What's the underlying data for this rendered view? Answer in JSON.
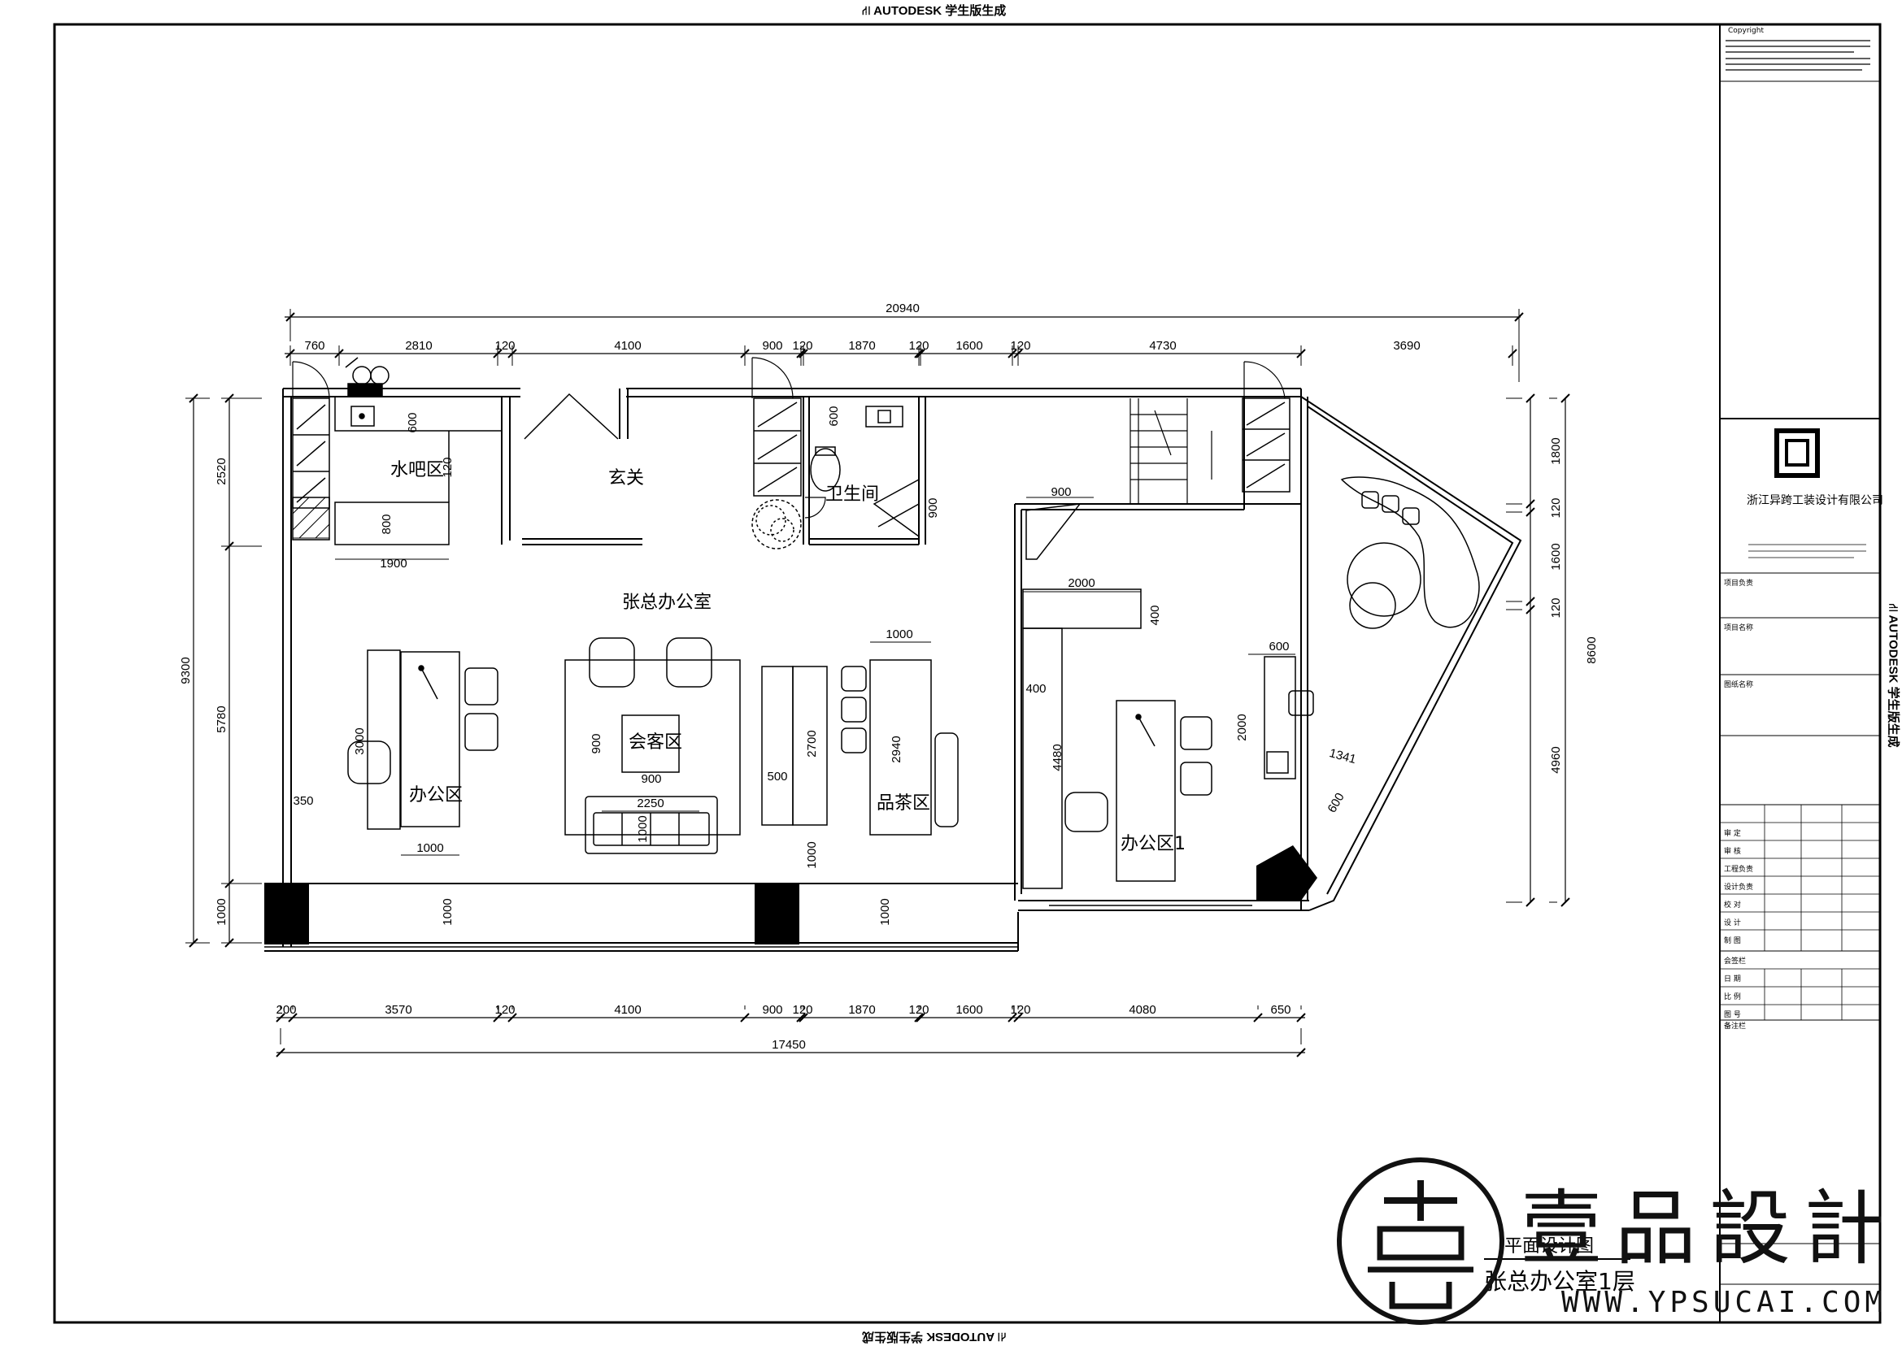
{
  "watermark": "AUTODESK 学生版生成",
  "watermark_icon": "autodesk-student-icon",
  "dims_top": {
    "total": "20940",
    "segments": [
      "760",
      "2810",
      "120",
      "4100",
      "900",
      "120",
      "1870",
      "120",
      "1600",
      "120",
      "4730",
      "3690"
    ]
  },
  "dims_bottom": {
    "total": "17450",
    "segments": [
      "200",
      "3570",
      "120",
      "4100",
      "900",
      "120",
      "1870",
      "120",
      "1600",
      "120",
      "4080",
      "650"
    ]
  },
  "dims_left": {
    "total": "9300",
    "segments": [
      "2520",
      "5780",
      "1000"
    ]
  },
  "dims_right": {
    "total": "8600",
    "segments": [
      "1800",
      "120",
      "1600",
      "120",
      "4960"
    ]
  },
  "dims_inner": {
    "bar_600": "600",
    "bar_120": "120",
    "bar_800": "800",
    "bar_1900": "1900",
    "office_w": "1000",
    "office_h": "3000",
    "office_350": "350",
    "meet_900a": "900",
    "meet_900b": "900",
    "meet_2250": "2250",
    "meet_1000": "1000",
    "cab_500": "500",
    "cab_2700": "2700",
    "cab_1000": "1000",
    "tea_1000": "1000",
    "tea_2940": "2940",
    "bath_600": "600",
    "bath_900": "900",
    "bot_1000a": "1000",
    "bot_1000b": "1000",
    "r_900": "900",
    "r_2000a": "2000",
    "r_400a": "400",
    "r_400b": "400",
    "r_4480": "4480",
    "r_600a": "600",
    "r_2000b": "2000",
    "r_1341": "1341",
    "r_600b": "600"
  },
  "rooms": {
    "bar": "水吧区",
    "foyer": "玄关",
    "bath": "卫生间",
    "main": "张总办公室",
    "office": "办公区",
    "meeting": "会客区",
    "tea": "品茶区",
    "office1": "办公区1"
  },
  "plan_caption": {
    "type": "平面设计图",
    "name": "张总办公室1层"
  },
  "title_block": {
    "copyright": "Copyright",
    "company": "浙江异跨工装设计有限公司",
    "labels": [
      "项目负责",
      "项目名称",
      "图纸名称",
      "会签栏",
      "备注栏"
    ],
    "table_labels": [
      "审 定",
      "审 核",
      "工程负责",
      "设计负责",
      "校 对",
      "设 计",
      "制 图",
      "日 期",
      "比 例",
      "图 号"
    ]
  },
  "brand": {
    "name": "壹品設計",
    "url": "WWW.YPSUCAI.COM",
    "logo_icon": "yipin-logo-icon"
  }
}
